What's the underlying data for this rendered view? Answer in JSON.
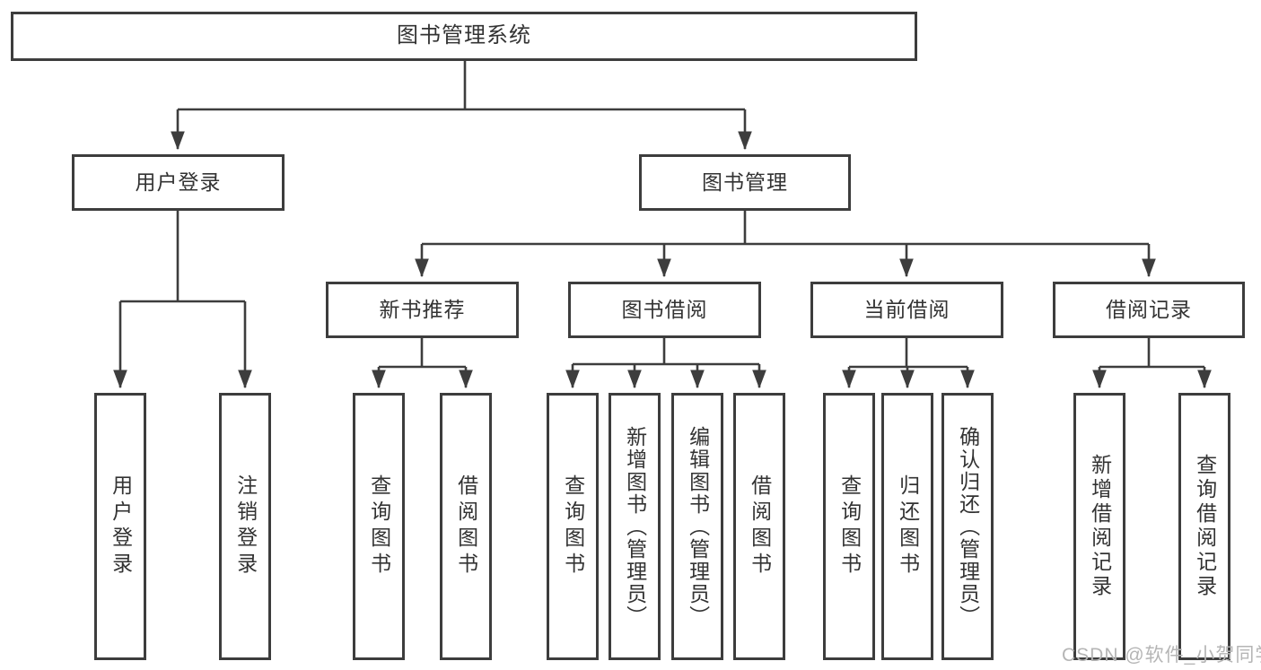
{
  "diagram": {
    "title": "图书管理系统",
    "type": "hierarchy-tree",
    "colors": {
      "line": "#3d3d3d",
      "box_border": "#3d3d3d",
      "box_fill": "#ffffff",
      "text": "#333333",
      "watermark": "#b5b5b5",
      "background": "#ffffff"
    },
    "nodes": {
      "root": "图书管理系统",
      "level2": {
        "user_login": "用户登录",
        "book_mgmt": "图书管理"
      },
      "level3": {
        "new_book_rec": "新书推荐",
        "book_borrow": "图书借阅",
        "current_borrow": "当前借阅",
        "borrow_records": "借阅记录"
      },
      "leaves": {
        "user_login": "用户登录",
        "logout": "注销登录",
        "nb_query_book": "查询图书",
        "nb_borrow_book": "借阅图书",
        "bb_query_book": "查询图书",
        "bb_add_book_admin": "新增图书（管理员）",
        "bb_edit_book_admin": "编辑图书（管理员）",
        "bb_borrow_book": "借阅图书",
        "cb_query_book": "查询图书",
        "cb_return_book": "归还图书",
        "cb_confirm_return_admin": "确认归还（管理员）",
        "br_add_record": "新增借阅记录",
        "br_query_record": "查询借阅记录"
      }
    },
    "edges": [
      "图书管理系统 -> 用户登录",
      "图书管理系统 -> 图书管理",
      "用户登录 -> 用户登录(叶), 注销登录",
      "图书管理 -> 新书推荐, 图书借阅, 当前借阅, 借阅记录",
      "新书推荐 -> 查询图书, 借阅图书",
      "图书借阅 -> 查询图书, 新增图书（管理员）, 编辑图书（管理员）, 借阅图书",
      "当前借阅 -> 查询图书, 归还图书, 确认归还（管理员）",
      "借阅记录 -> 新增借阅记录, 查询借阅记录"
    ],
    "watermark": "CSDN @软件_小贺同学"
  }
}
